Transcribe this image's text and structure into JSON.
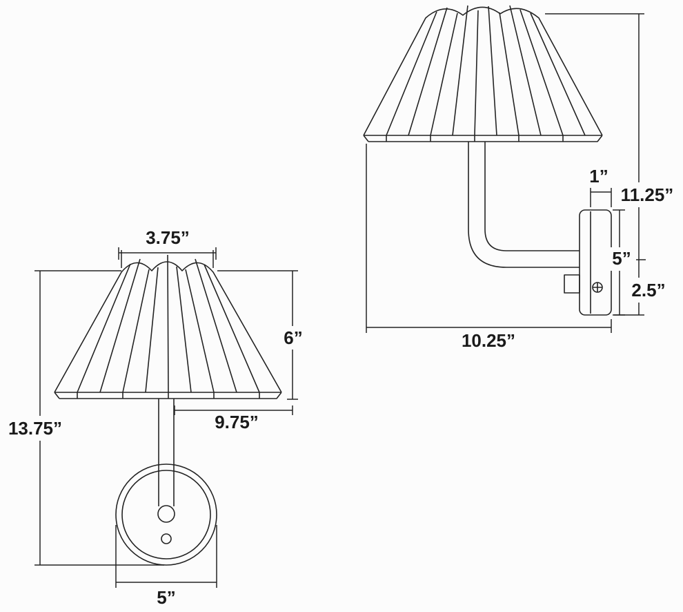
{
  "colors": {
    "background": "#fcfcfc",
    "line": "#232323",
    "text": "#1a1a1a"
  },
  "front_view": {
    "dims": {
      "shade_top_width": "3.75”",
      "shade_height": "6”",
      "overall_height": "13.75”",
      "shade_bottom_width": "9.75”",
      "backplate_diameter": "5”"
    }
  },
  "side_view": {
    "dims": {
      "backplate_depth": "1”",
      "top_to_arm_height": "11.25”",
      "backplate_height": "5”",
      "arm_to_bottom": "2.5”",
      "overall_depth": "10.25”"
    }
  }
}
